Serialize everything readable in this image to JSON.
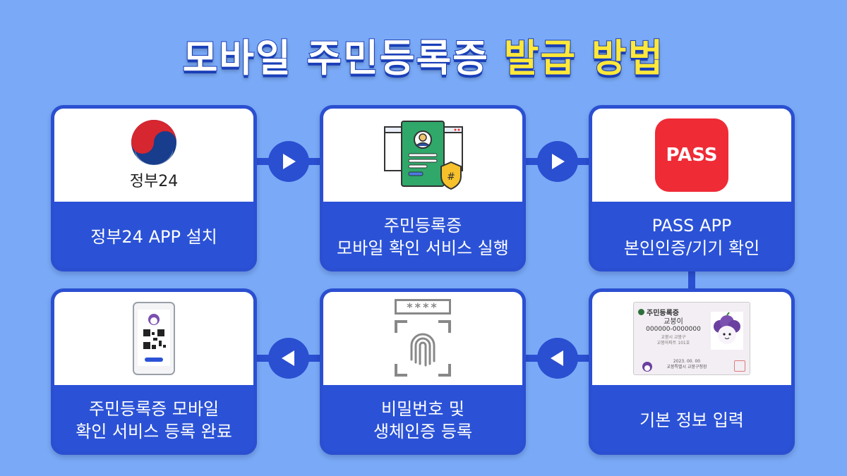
{
  "title": {
    "part1": "모바일 주민등록증",
    "part2": "발급 방법"
  },
  "steps": [
    {
      "line1": "정부24 APP 설치",
      "line2": ""
    },
    {
      "line1": "주민등록증",
      "line2": "모바일 확인 서비스 실행"
    },
    {
      "line1": "PASS APP",
      "line2": "본인인증/기기 확인"
    },
    {
      "line1": "주민등록증 모바일",
      "line2": "확인 서비스 등록 완료"
    },
    {
      "line1": "비밀번호 및",
      "line2": "생체인증 등록"
    },
    {
      "line1": "기본 정보 입력",
      "line2": ""
    }
  ],
  "logos": {
    "gov24": "정부24",
    "pass": "PASS",
    "password_mask": "****"
  },
  "id_card": {
    "header": "주민등록증",
    "name": "교붕이",
    "number": "000000-0000000",
    "address1": "교붕시 교붕구",
    "address2": "교붕아파트 101호",
    "date": "2023. 00. 00",
    "issuer": "교붕특별시 교붕구청장"
  },
  "colors": {
    "background": "#7aaaf7",
    "card_blue": "#2b52d6",
    "title_yellow": "#ffe83a",
    "pass_red": "#ef2b36"
  }
}
